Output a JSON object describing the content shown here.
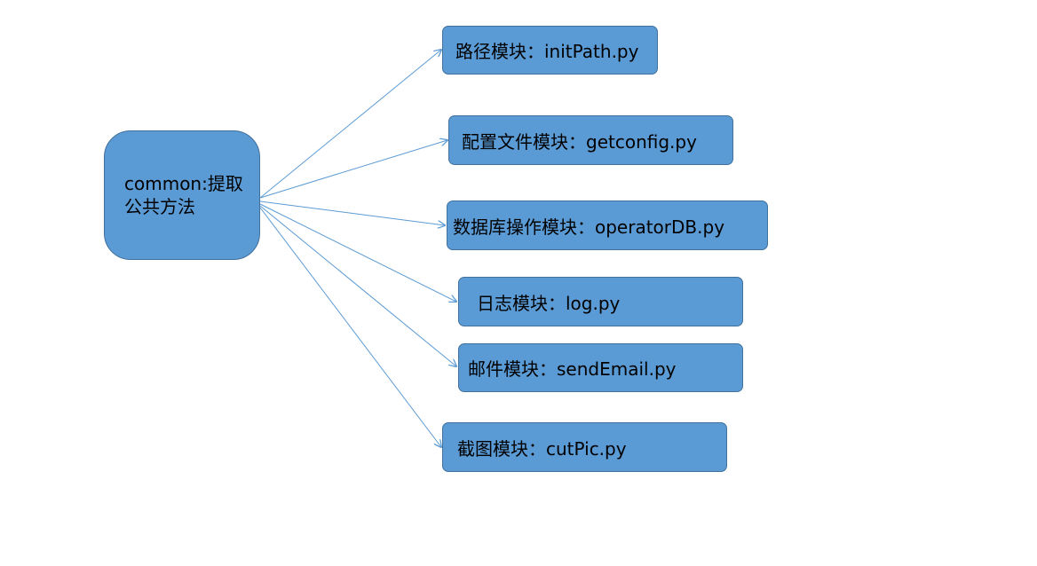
{
  "root": {
    "label": "common:提取公共方法"
  },
  "modules": [
    {
      "label": "路径模块：initPath.py"
    },
    {
      "label": "配置文件模块：getconfig.py"
    },
    {
      "label": "数据库操作模块：operatorDB.py"
    },
    {
      "label": "日志模块：log.py"
    },
    {
      "label": "邮件模块：sendEmail.py"
    },
    {
      "label": "截图模块：cutPic.py"
    }
  ],
  "colors": {
    "node_fill": "#5b9bd5",
    "node_border": "#41719c",
    "connector": "#5b9bd5",
    "text": "#000000"
  }
}
